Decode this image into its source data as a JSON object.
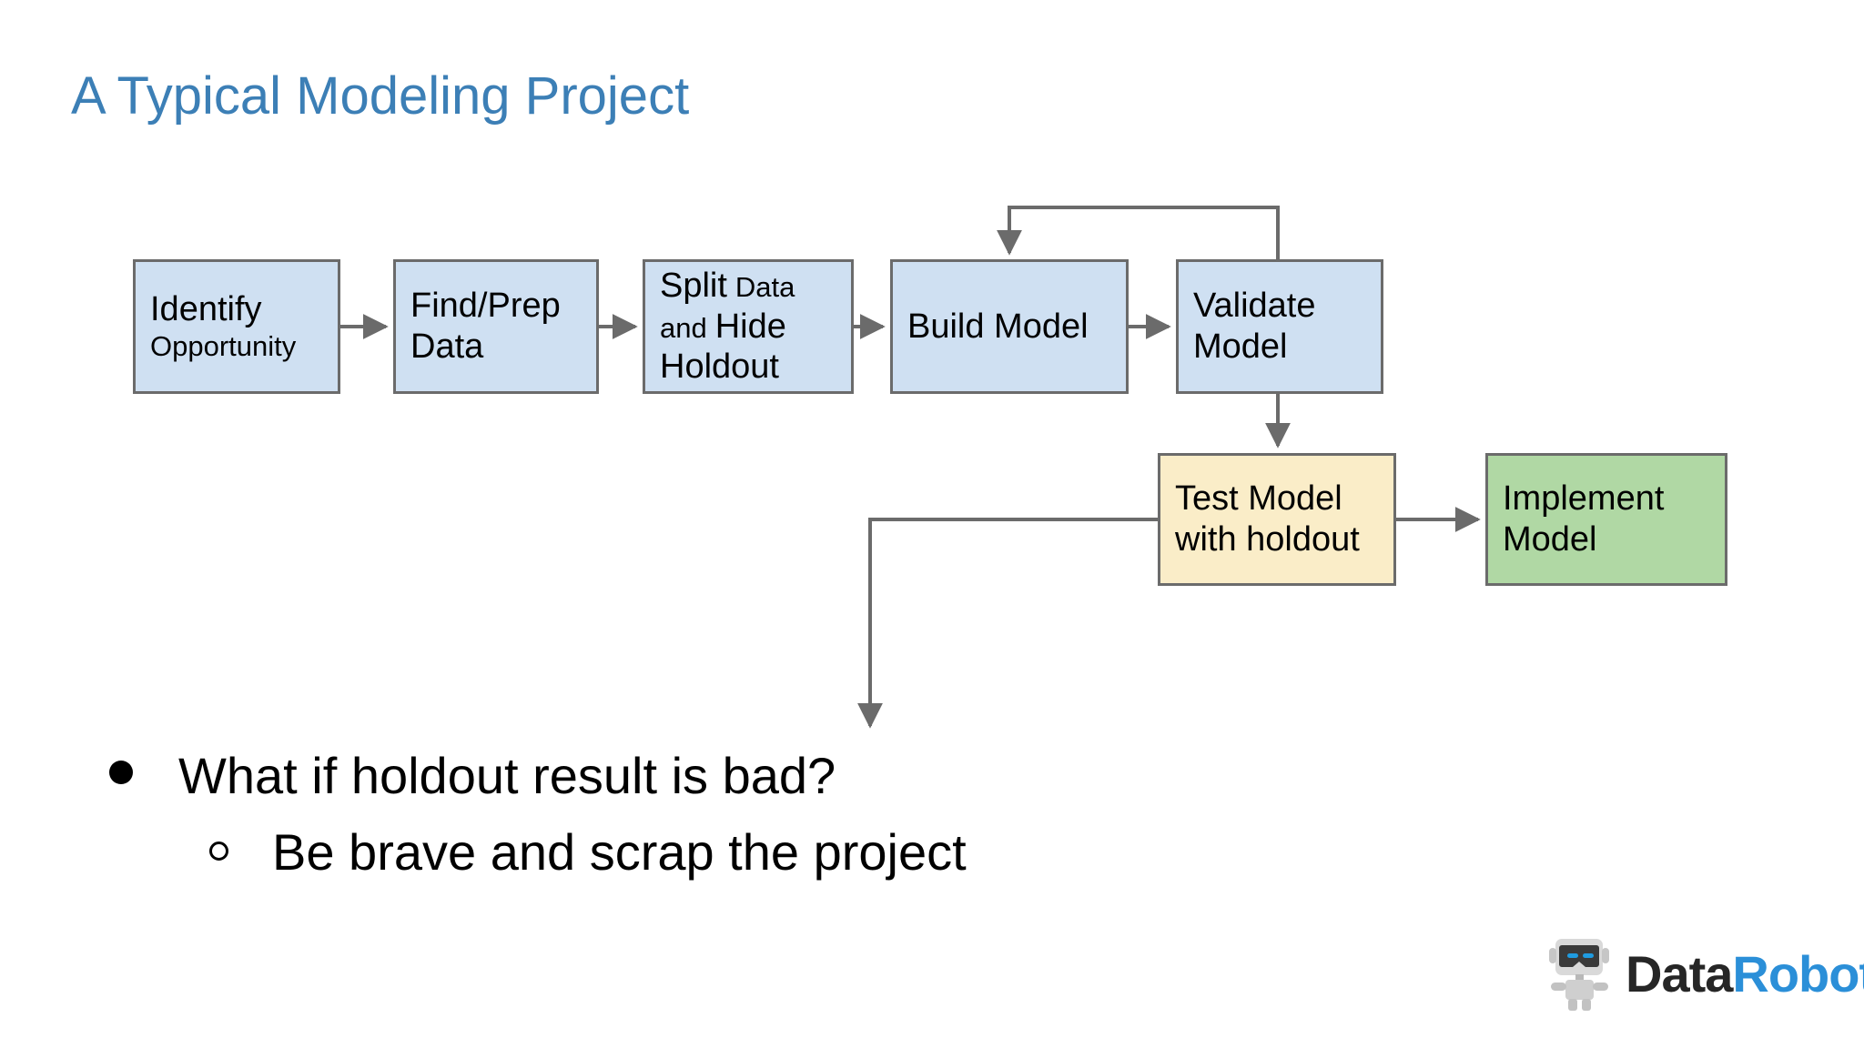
{
  "slide": {
    "title": "A Typical Modeling Project",
    "title_color": "#3C7FB6",
    "background": "#FFFFFF"
  },
  "flowchart": {
    "colors": {
      "process_fill": "#CFE0F2",
      "test_fill": "#FAEDC8",
      "implement_fill": "#B0D8A4",
      "border": "#6B6B6B",
      "connector": "#6B6B6B"
    },
    "nodes": [
      {
        "id": "identify",
        "lines": [
          "Identify",
          "Opportunity"
        ],
        "emphasis": [
          "large",
          "small"
        ],
        "fill": "#CFE0F2"
      },
      {
        "id": "findprep",
        "lines": [
          "Find/Prep",
          "Data"
        ],
        "emphasis": [
          "large",
          "large"
        ],
        "fill": "#CFE0F2"
      },
      {
        "id": "split",
        "lines": [
          "Split Data",
          "and Hide",
          "Holdout"
        ],
        "emphasis": [
          "mixed",
          "mixed",
          "large"
        ],
        "fill": "#CFE0F2"
      },
      {
        "id": "build",
        "lines": [
          "Build Model"
        ],
        "emphasis": [
          "large"
        ],
        "fill": "#CFE0F2"
      },
      {
        "id": "validate",
        "lines": [
          "Validate",
          "Model"
        ],
        "emphasis": [
          "large",
          "large"
        ],
        "fill": "#CFE0F2"
      },
      {
        "id": "test",
        "lines": [
          "Test Model",
          "with holdout"
        ],
        "emphasis": [
          "large",
          "large"
        ],
        "fill": "#FAEDC8"
      },
      {
        "id": "implement",
        "lines": [
          "Implement",
          "Model"
        ],
        "emphasis": [
          "large",
          "large"
        ],
        "fill": "#B0D8A4"
      }
    ],
    "split_node_parts": {
      "line1_big": "Split",
      "line1_small": "Data",
      "line2_small": "and",
      "line2_big": "Hide",
      "line3_big": "Holdout"
    },
    "edges": [
      {
        "from": "identify",
        "to": "findprep",
        "type": "straight-right"
      },
      {
        "from": "findprep",
        "to": "split",
        "type": "straight-right"
      },
      {
        "from": "split",
        "to": "build",
        "type": "straight-right"
      },
      {
        "from": "build",
        "to": "validate",
        "type": "straight-right"
      },
      {
        "from": "validate",
        "to": "build",
        "type": "feedback-loop-top"
      },
      {
        "from": "validate",
        "to": "test",
        "type": "down"
      },
      {
        "from": "test",
        "to": "implement",
        "type": "straight-right"
      },
      {
        "from": "test",
        "to": "bullets",
        "type": "left-then-down"
      }
    ]
  },
  "bullets": [
    {
      "level": 1,
      "marker": "filled-disc",
      "text": "What if holdout result is bad?"
    },
    {
      "level": 2,
      "marker": "hollow-circle",
      "text": "Be brave and scrap the project"
    }
  ],
  "logo": {
    "name_part1": "Data",
    "name_part2": "Robot",
    "part1_color": "#262626",
    "part2_color": "#2B8FD8",
    "icon": "robot-icon",
    "eye_color": "#1F9BE0"
  }
}
